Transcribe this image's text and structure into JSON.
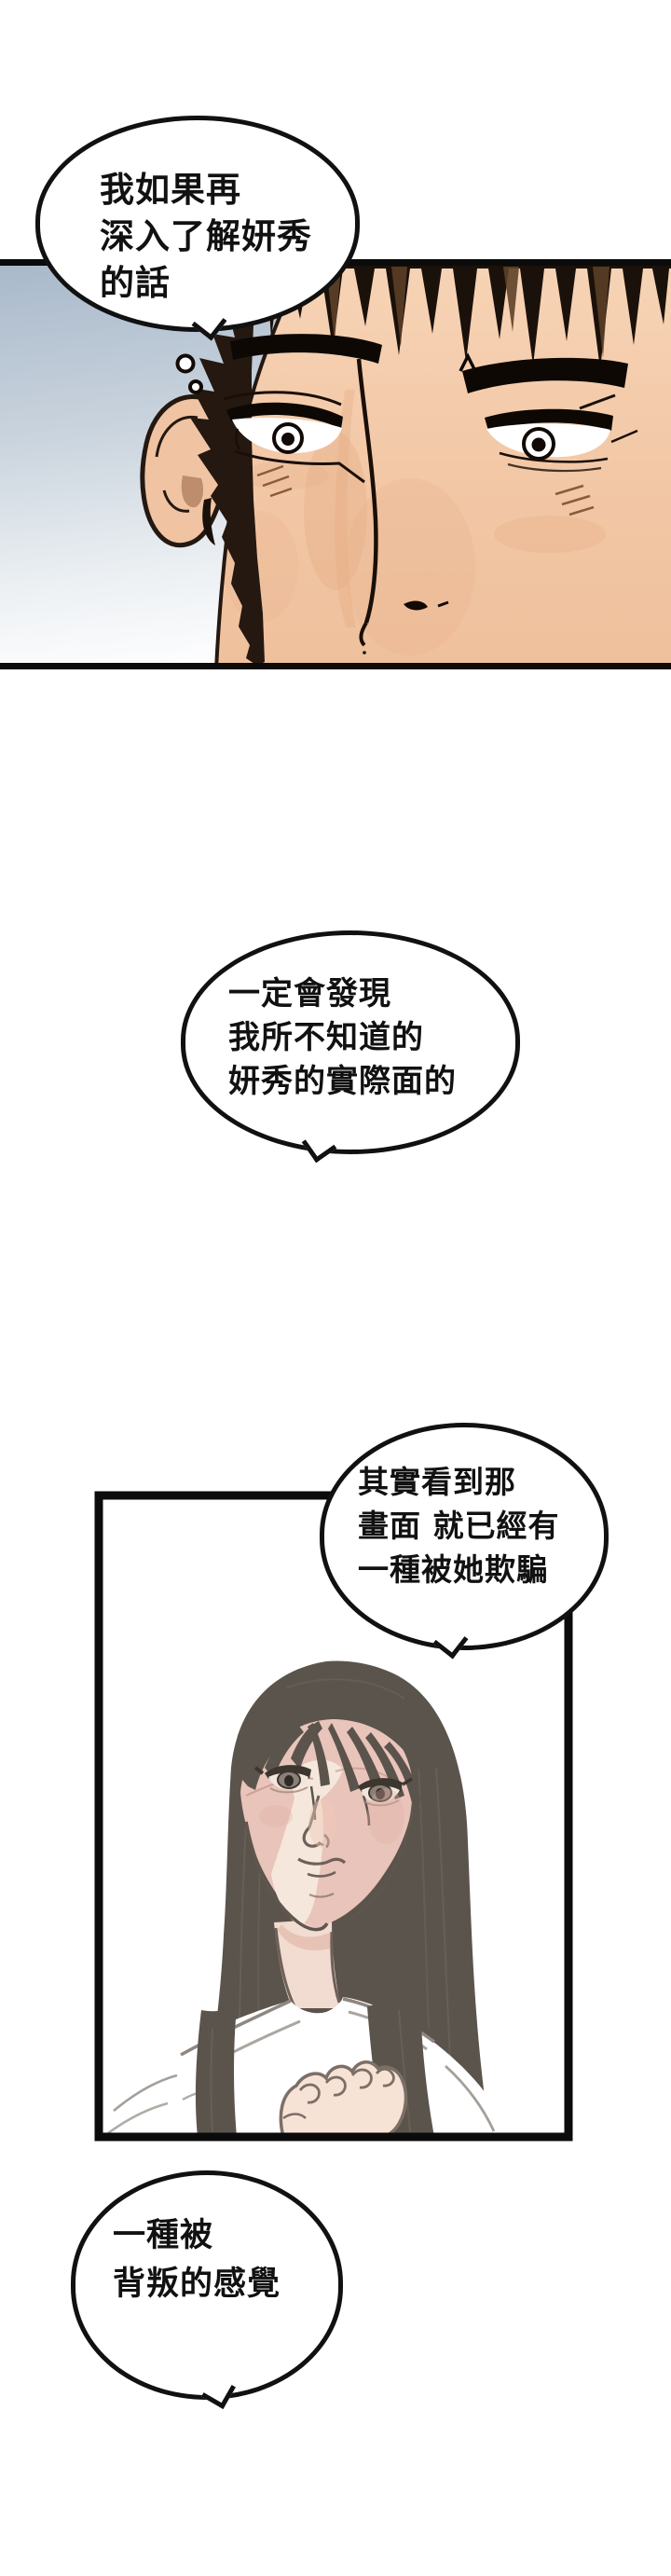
{
  "page": {
    "background": "#ffffff"
  },
  "bubbles": {
    "b1": {
      "lines": [
        "我如果再",
        "深入了解妍秀",
        "的話"
      ]
    },
    "b2": {
      "lines": [
        "一定會發現",
        "我所不知道的",
        "妍秀的實際面的"
      ]
    },
    "b3": {
      "lines": [
        "其實看到那",
        "畫面 就已經有",
        "一種被她欺騙"
      ]
    },
    "b4": {
      "lines": [
        "一種被",
        "背叛的感覺"
      ]
    }
  },
  "colors": {
    "panel_border": "#0b0b0b",
    "bubble_outline": "#111111",
    "text": "#111111",
    "panel1_bg_top": "#a8b8ca",
    "panel1_bg_bottom": "#fdfdfe",
    "man_skin": "#f4cbaa",
    "man_hair": "#1b110b",
    "man_hair_streak": "#5e4128",
    "woman_hair": "#5b544c",
    "woman_skin_pink": "#e9c4ba",
    "woman_skin_cream": "#f5e7dc",
    "woman_line": "#5f564e",
    "shirt": "#ffffff"
  }
}
